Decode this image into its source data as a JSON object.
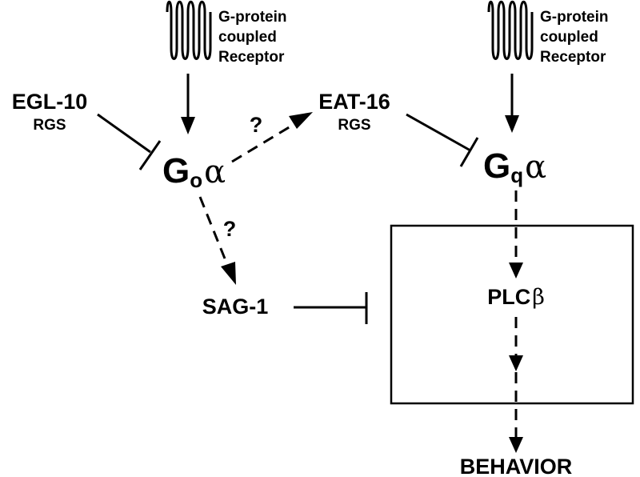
{
  "nodes": {
    "gpcr_left": {
      "line1": "G-protein",
      "line2": "coupled",
      "line3": "Receptor"
    },
    "gpcr_right": {
      "line1": "G-protein",
      "line2": "coupled",
      "line3": "Receptor"
    },
    "egl10": {
      "name": "EGL-10",
      "type": "RGS"
    },
    "eat16": {
      "name": "EAT-16",
      "type": "RGS"
    },
    "go": {
      "base": "G",
      "sub": "o",
      "greek": "α"
    },
    "gq": {
      "base": "G",
      "sub": "q",
      "greek": "α"
    },
    "sag1": {
      "name": "SAG-1"
    },
    "plc": {
      "base": "PLC",
      "greek": "β"
    },
    "behavior": {
      "name": "BEHAVIOR"
    }
  },
  "edges": {
    "go_eat16_label": "?",
    "go_sag1_label": "?"
  }
}
